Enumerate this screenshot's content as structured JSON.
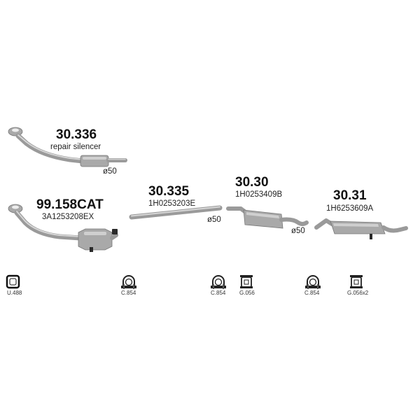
{
  "parts": [
    {
      "number": "30.336",
      "description": "repair silencer",
      "diameter": "ø50"
    },
    {
      "number": "99.158CAT",
      "description": "3A1253208EX"
    },
    {
      "number": "30.335",
      "description": "1H0253203E",
      "diameter": "ø50"
    },
    {
      "number": "30.30",
      "description": "1H0253409B",
      "diameter": "ø50"
    },
    {
      "number": "30.31",
      "description": "1H6253609A"
    }
  ],
  "hardware": [
    {
      "label": "U.488",
      "icon": "gasket-ring-icon"
    },
    {
      "label": "C.854",
      "icon": "clamp-icon"
    },
    {
      "label": "C.854",
      "icon": "clamp-icon"
    },
    {
      "label": "G.056",
      "icon": "rubber-hanger-icon"
    },
    {
      "label": "C.854",
      "icon": "clamp-icon"
    },
    {
      "label": "G.056x2",
      "icon": "rubber-hanger-icon"
    }
  ],
  "colors": {
    "metal": "#a9a9a9",
    "text": "#111111"
  }
}
